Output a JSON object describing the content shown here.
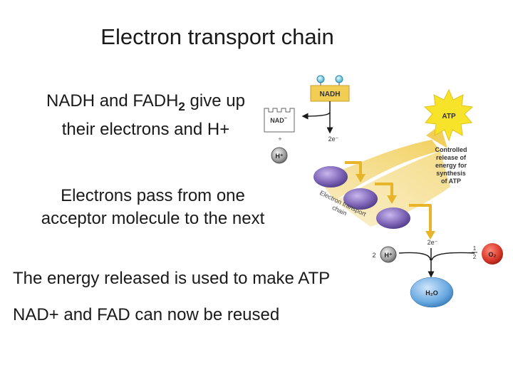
{
  "slide": {
    "title": "Electron transport chain",
    "bullet1": {
      "prefix": "NADH and FADH",
      "sub": "2",
      "suffix": " give up",
      "line2": "their electrons and H+"
    },
    "bullet2": {
      "line1": "Electrons pass from one",
      "line2": "acceptor molecule to the next"
    },
    "bullet3": "The energy released is used to make ATP",
    "bullet4": "NAD+ and FAD can now be reused"
  },
  "diagram": {
    "nadh": "NADH",
    "nad_minus": "NAD",
    "nad_sup": "−",
    "plus": "+",
    "h_plus_1": "H⁺",
    "two_e_top": "2e⁻",
    "atp": "ATP",
    "controlled_release": [
      "Controlled",
      "release of",
      "energy for",
      "synthesis",
      "of ATP"
    ],
    "chain_label": [
      "Electron transport",
      "chain"
    ],
    "two_e_bottom": "2e⁻",
    "two_h_coef": "2",
    "h_plus_2": "H⁺",
    "half_num": "1",
    "half_den": "2",
    "o2": "O₂",
    "h2o": "H₂O",
    "colors": {
      "arrow_gold": "#e8b42a",
      "atp_burst": "#f7e32a",
      "carrier_purple": "#8066b8",
      "o2_red": "#d93a2b",
      "h2o_blue": "#4a8fd0"
    }
  }
}
